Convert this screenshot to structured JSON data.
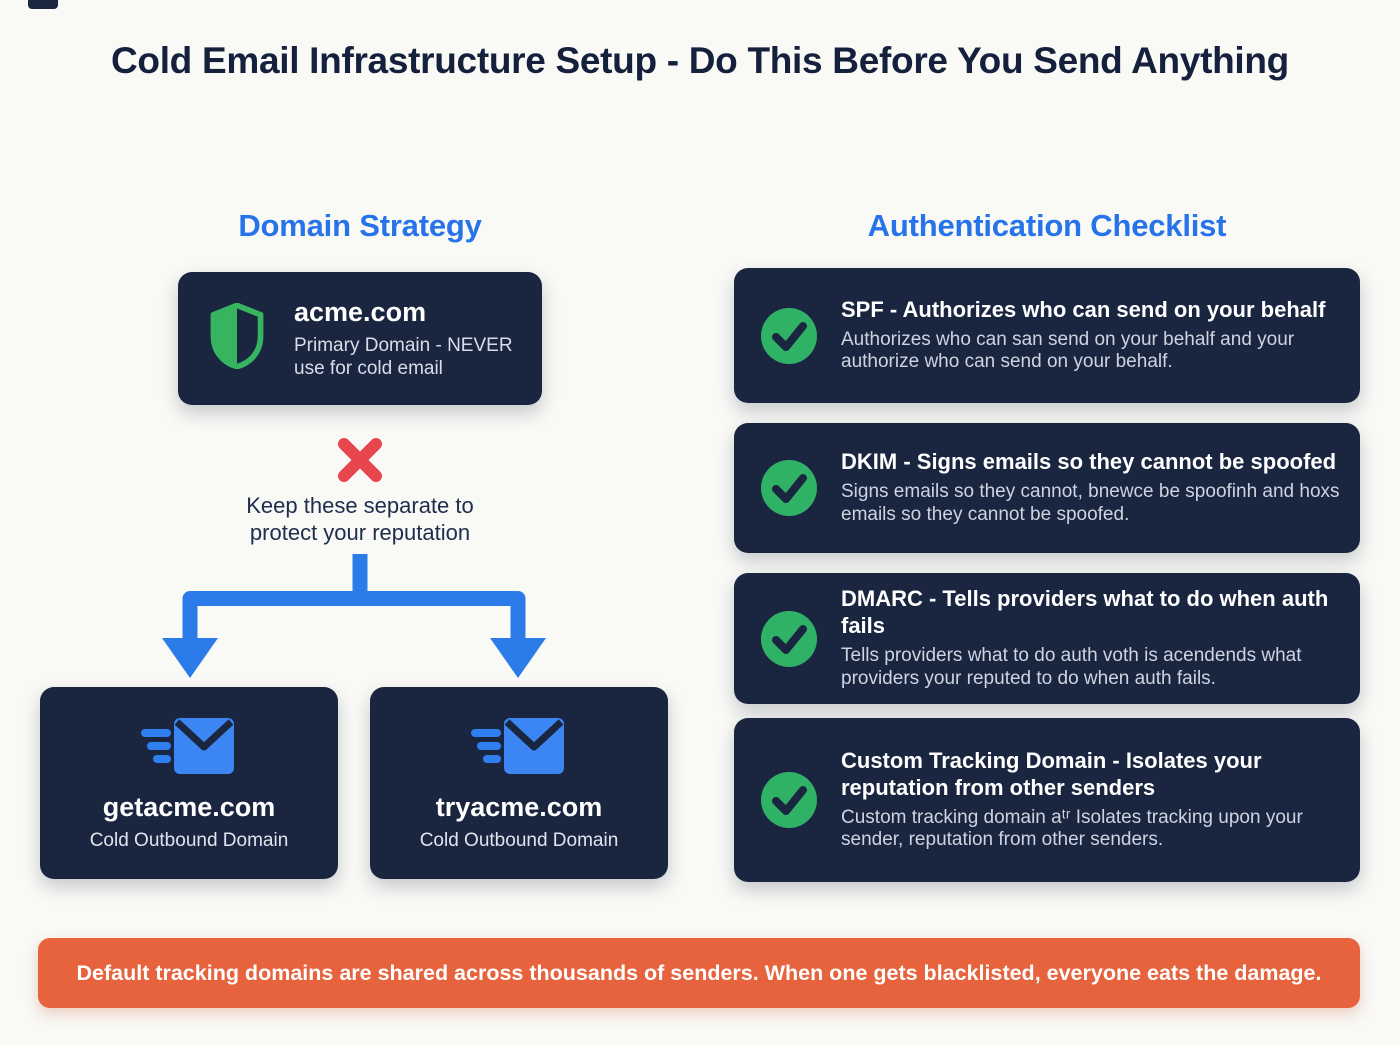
{
  "title": "Cold Email Infrastructure Setup - Do This Before You Send Anything",
  "colors": {
    "accent_blue": "#2673ea",
    "card_navy": "#1a2540",
    "check_green": "#2fb265",
    "shield_green": "#36b45f",
    "warning_red": "#e8454e",
    "banner_orange": "#e7633e",
    "page_background": "#f9f9f6"
  },
  "domain_strategy": {
    "heading": "Domain Strategy",
    "primary_card": {
      "icon": "shield-icon",
      "domain": "acme.com",
      "subtitle_line1": "Primary Domain - NEVER",
      "subtitle_line2": "use for cold email"
    },
    "warning": {
      "icon": "x-icon",
      "line1": "Keep these separate to",
      "line2": "protect your reputation"
    },
    "outbound_cards": [
      {
        "icon": "fast-mail-icon",
        "domain": "getacme.com",
        "label": "Cold Outbound Domain"
      },
      {
        "icon": "fast-mail-icon",
        "domain": "tryacme.com",
        "label": "Cold Outbound Domain"
      }
    ]
  },
  "auth_checklist": {
    "heading": "Authentication Checklist",
    "items": [
      {
        "icon": "check-icon",
        "title": "SPF - Authorizes who can send on your behalf",
        "body": "Authorizes who can san send on your behalf and your authorize who can send on your behalf."
      },
      {
        "icon": "check-icon",
        "title": "DKIM - Signs emails so they cannot be spoofed",
        "body": "Signs emails so they cannot, bnewce be spoofinh and hoxs emails so they cannot be spoofed."
      },
      {
        "icon": "check-icon",
        "title": "DMARC - Tells providers what to do when auth fails",
        "body": "Tells providers what to do auth voth is acendends what providers your reputed to do when auth fails."
      },
      {
        "icon": "check-icon",
        "title": "Custom Tracking Domain - Isolates your reputation from other senders",
        "body": "Custom tracking domain aᵗʳ Isolates tracking upon your sender, reputation from other senders."
      }
    ]
  },
  "banner": {
    "text": "Default tracking domains are shared across thousands of senders. When one gets blacklisted, everyone eats the damage."
  }
}
